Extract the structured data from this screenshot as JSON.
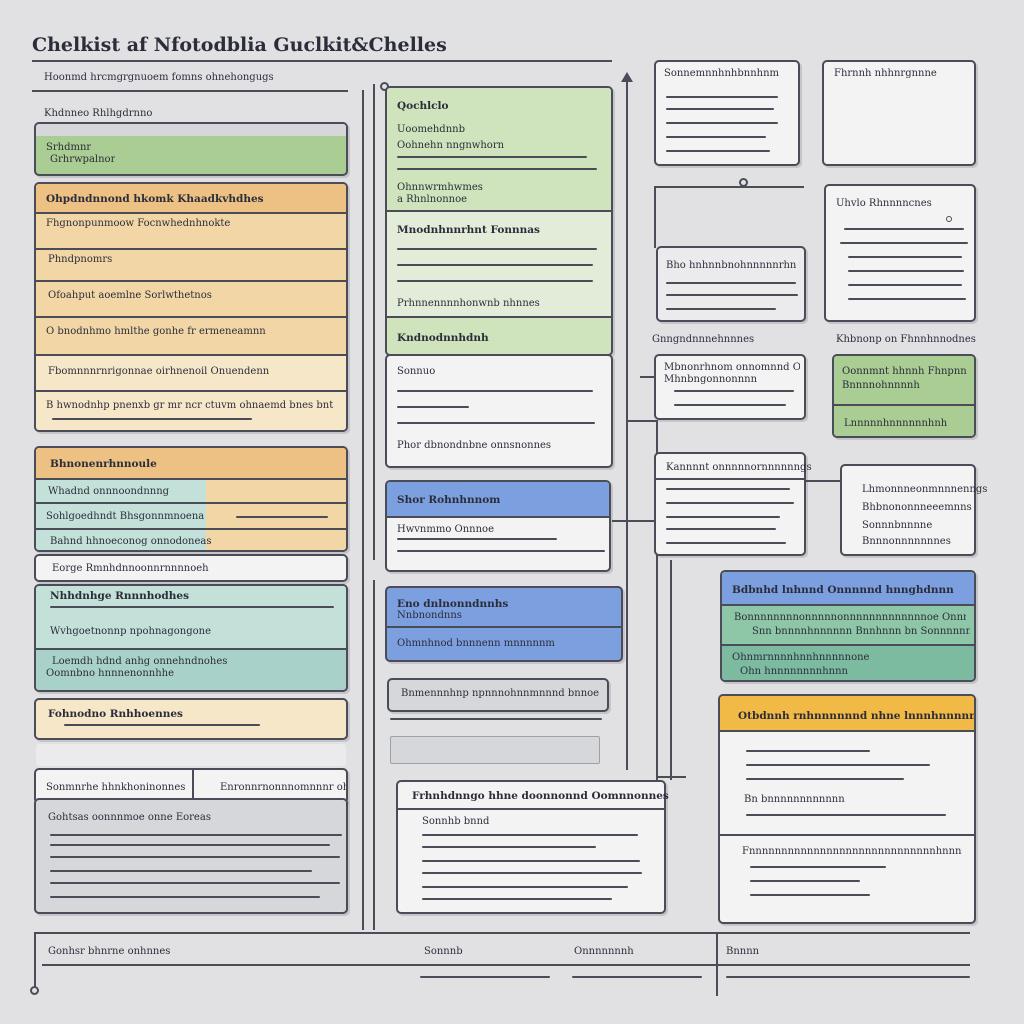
{
  "page": {
    "title": "Chelkist af Nfotodblia Guclkit&Chelles",
    "subtitle": "Hoonmd hrcmgrgnuoem fomns ohnehongugs"
  },
  "left": {
    "label_top": "Khdnneo Rhlhgdrnno",
    "green_card": {
      "line1": "Srhdmnr",
      "line2": "Grhrwpalnor"
    },
    "orange_group": {
      "header": "Ohpdndnnond hkomk Khaadkvhdhes",
      "rows": [
        "Fhgnonpunmoow Focnwhednhnokte",
        "Phndpnomrs",
        "Ofoahput aoemlne Sorlwthetnos",
        "O bnodnhmo hmlthe gonhe fr ermeneamnn",
        "Fbomnnnrnrigonnae oirhnenoil Onuendenn",
        "B hwnodnhp pnenxb gr mr ncr ctuvm ohnaemd bnes bnt oeacnd ohnnlngry"
      ]
    },
    "mixed_group": {
      "header": "Bhnonenrhnnoule",
      "rows": [
        "Whadnd onnnoondnnng",
        "Sohlgoedhndt Bhsgonnmnoena",
        "Bahnd hhnoeconog onnodoneas",
        "Eorge Rmnhdnnoonnrnnnnoeh"
      ]
    },
    "teal_group": {
      "header": "Nhhdnhge Rnnnhodhes",
      "row2": "Wvhgoetnonnp npohnagongone",
      "row3a": "Loemdh hdnd anhg onnehndnohes",
      "row3b": "Oomnbno hnnnenonnhhe"
    },
    "cream_card": "Fohnodno Rnhhoennes",
    "split_card": {
      "left": "Sonmnrhe hhnkhoninonnes",
      "right": "Enronnrnonnnomnnnr ohnhoe"
    },
    "bottom_card": "Gohtsas oonnnmoe onne Eoreas"
  },
  "middle": {
    "green_card": {
      "title": "Qochlclo",
      "subtitle": "Uoomehdnnb",
      "note1": "Oohnehn nngnwhorn",
      "note2": "Ohnnwrmhwmes",
      "note3": "a Rhnlnonnoe"
    },
    "section2": {
      "title": "Mnodnhnnrhnt Fonnnas",
      "note": "Prhnnennnnhonwnb nhnnes"
    },
    "section3": {
      "title": "Kndnodnnhdnh",
      "note1": "Sonnuo",
      "note2": "Phor dbnondnbne onnsnonnes"
    },
    "blue1": {
      "title": "Shor Rohnhnnom",
      "note": "Hwvnmmo Onnnoe"
    },
    "blue2": {
      "title": "Eno dnlnonndnnhs",
      "subtitle": "Nnbnondnns",
      "note": "Ohmnhnod bnnnenn mnnnnnm"
    },
    "gray_bar": "Bnmennnhnp npnnnohnnmnnnd bnnoe",
    "bottom_card": {
      "title": "Frhnhdnngo hhne doonnonnd Oomnnonnes",
      "note": "Sonnhb bnnd"
    }
  },
  "right": {
    "card1": "Sonnemnnhnhbnnhnm",
    "card2": "Fhrnnh nhhnrgnnne",
    "card3": "Uhvlo Rhnnnncnes",
    "card4": "Bho hnhnnbnohnnnnnrhn nn lhnr",
    "label_left": "Gnngndnnnehnnnes",
    "label_right": "Khbnonp on Fhnnhnnodnes",
    "card5": {
      "title": "Mbnonrhnom onnomnnd Onhonnes",
      "sub": "Mhnbngonnonnnn"
    },
    "green5": {
      "title": "Oonnmnt hhnnh Fhnpnn",
      "sub": "Bnnnnohnnnnh",
      "note": "Lnnnnnhnnnnnnhnh"
    },
    "card6": "Kannnnt onnnnnornnnnnngs",
    "card7": {
      "items": [
        "Lhmonnneonmnnnenngs",
        "Bhbnononnneeemnns",
        "Sonnnbnnnne",
        "Bnnnonnnnnnnes"
      ]
    },
    "multi_card": {
      "header": "Bdbnhd lnhnnd Onnnnnd hnnghdnnn",
      "line1": "Bonnnnnnnnonnnnnonnnnnnnnnnnnnoe Onnnnnnnnnne",
      "line2": "Snn bnnnnhnnnnnn Bnnhnnn bn Sonnnnnnnnnnes",
      "line3": "Ohnmrnnnnhnnhnnnnnone",
      "line4": "Ohn hnnnnnnnnhnnn"
    },
    "yellow_card": {
      "header": "Otbdnnh rnhnnnnnnd nhne lnnnhnnnnn",
      "note1": "Bn bnnnnnnnnnnnn",
      "note2": "Fnnnnnnnnnnnnnnnnnnnnnnnnnnnnnhnnnnn bnnnnnnn"
    }
  },
  "footer": {
    "left": "Gonhsr bhnrne onhnnes",
    "mid": "Sonnnb",
    "mid2": "Onnnnnnnh",
    "right": "Bnnnn"
  }
}
